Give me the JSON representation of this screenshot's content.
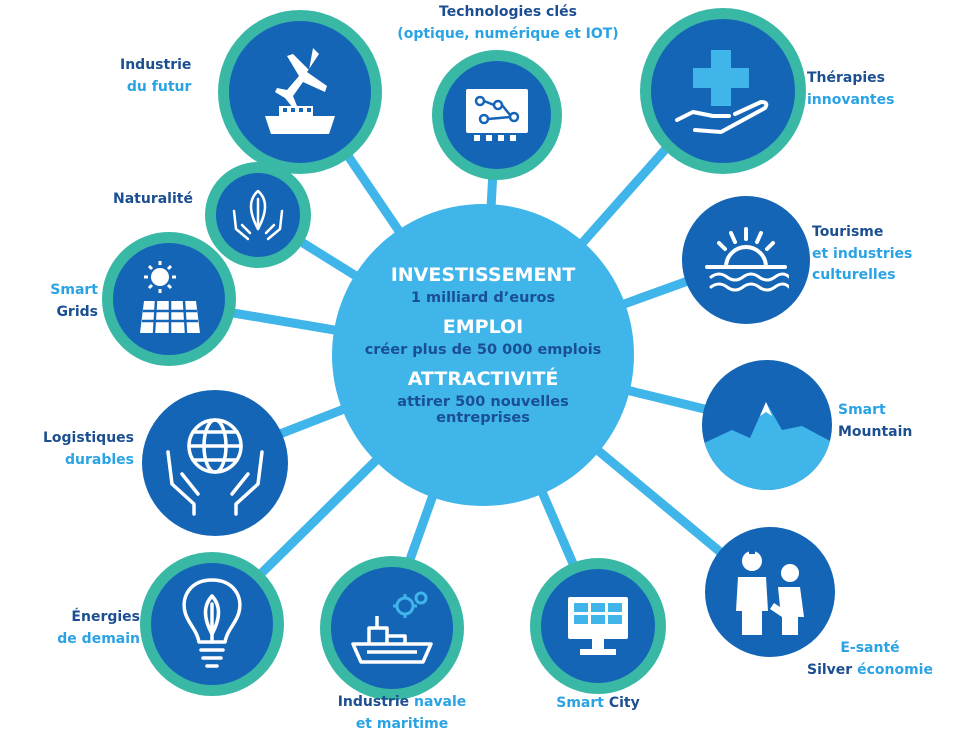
{
  "center": {
    "heading_1": "INVESTISSEMENT",
    "sub_1": "1 milliard d’euros",
    "heading_2": "EMPLOI",
    "sub_2": "créer plus de 50 000 emplois",
    "heading_3": "ATTRACTIVITÉ",
    "sub_3_line1": "attirer 500 nouvelles",
    "sub_3_line2": "entreprises"
  },
  "nodes": {
    "industrie_futur": {
      "line1": "Industrie",
      "line2": "du futur",
      "icon": "plane-ship-icon"
    },
    "technologies": {
      "line1": "Technologies clés",
      "line2": "(optique, numérique et IOT)",
      "icon": "circuit-board-icon"
    },
    "therapies": {
      "line1": "Thérapies",
      "line2": "innovantes",
      "icon": "hand-cross-icon"
    },
    "naturalite": {
      "line1": "Naturalité",
      "icon": "hands-leaf-icon"
    },
    "tourisme": {
      "line1": "Tourisme",
      "line2": "et industries",
      "line3": "culturelles",
      "icon": "sunset-waves-icon"
    },
    "smart_grids": {
      "line1": "Smart",
      "line2": "Grids",
      "icon": "solar-panel-icon"
    },
    "smart_mountain": {
      "line1": "Smart",
      "line2": "Mountain",
      "icon": "mountain-icon"
    },
    "logistiques": {
      "line1": "Logistiques",
      "line2": "durables",
      "icon": "hands-globe-icon"
    },
    "esante": {
      "line1": "E-santé",
      "line2a": "Silver",
      "line2b": "économie",
      "icon": "doctor-elder-icon"
    },
    "energies": {
      "line1": "Énergies",
      "line2": "de demain",
      "icon": "bulb-leaf-icon"
    },
    "industrie_navale": {
      "line1a": "Industrie",
      "line1b": "navale",
      "line2": "et maritime",
      "icon": "ship-gears-icon"
    },
    "smart_city": {
      "line1a": "Smart",
      "line1b": "City",
      "icon": "monitor-icon"
    }
  },
  "colors": {
    "center": "#3fb5ea",
    "node": "#1565b7",
    "ring": "#39b8a6",
    "dark_text": "#1c4f91",
    "light_text": "#2aa3e5"
  }
}
